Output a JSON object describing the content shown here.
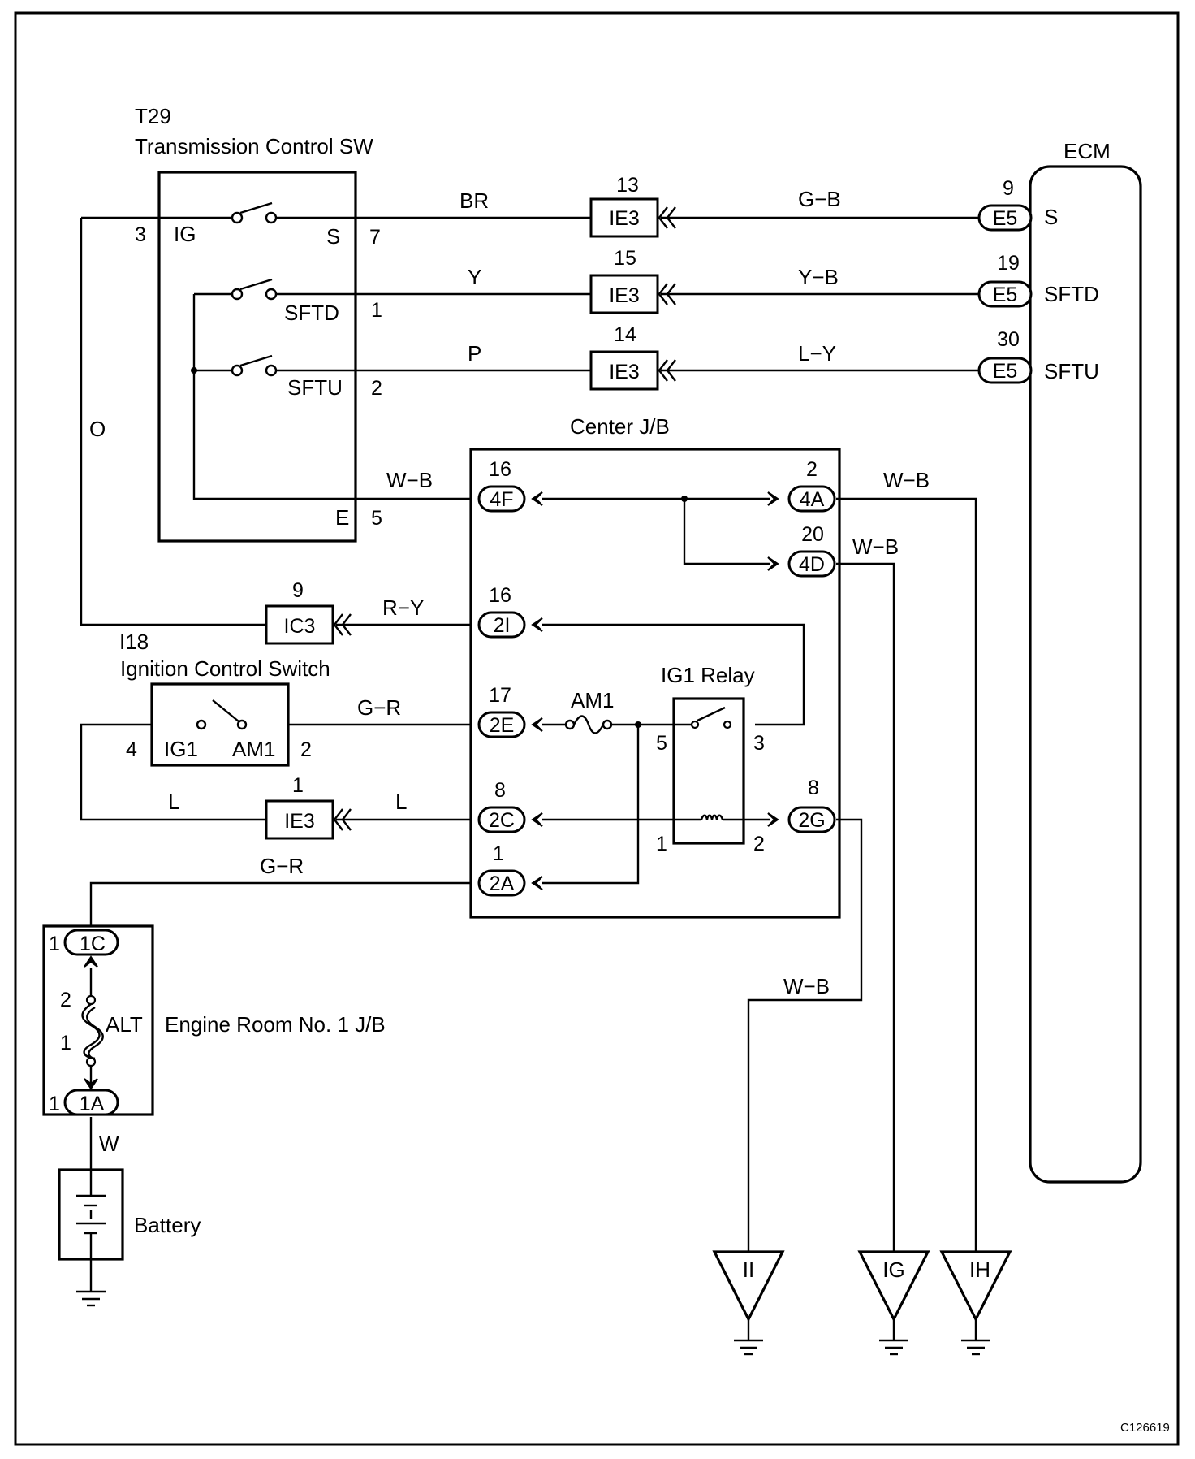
{
  "components": {
    "t29_code": "T29",
    "t29_name": "Transmission Control SW",
    "ecm": "ECM",
    "center_jb": "Center J/B",
    "i18_code": "I18",
    "i18_name": "Ignition Control Switch",
    "ig1_relay": "IG1 Relay",
    "engine_room_jb": "Engine Room No. 1 J/B",
    "battery": "Battery",
    "alt_fuse": "ALT",
    "am1_fuse": "AM1",
    "doc_id": "C126619"
  },
  "t29": {
    "ig": "IG",
    "s": "S",
    "sftd": "SFTD",
    "sftu": "SFTU",
    "e": "E",
    "pin3": "3",
    "pin7": "7",
    "pin1": "1",
    "pin2": "2",
    "pin5": "5"
  },
  "ecm_terms": {
    "s": "S",
    "sftd": "SFTD",
    "sftu": "SFTU"
  },
  "connectors": {
    "ie3_a": {
      "label": "IE3",
      "pin": "13"
    },
    "ie3_b": {
      "label": "IE3",
      "pin": "15"
    },
    "ie3_c": {
      "label": "IE3",
      "pin": "14"
    },
    "e5_a": {
      "label": "E5",
      "pin": "9"
    },
    "e5_b": {
      "label": "E5",
      "pin": "19"
    },
    "e5_c": {
      "label": "E5",
      "pin": "30"
    },
    "c4f": {
      "label": "4F",
      "pin": "16"
    },
    "c4a": {
      "label": "4A",
      "pin": "2"
    },
    "c4d": {
      "label": "4D",
      "pin": "20"
    },
    "c2i": {
      "label": "2I",
      "pin": "16"
    },
    "ic3": {
      "label": "IC3",
      "pin": "9"
    },
    "c2e": {
      "label": "2E",
      "pin": "17"
    },
    "c2c": {
      "label": "2C",
      "pin": "8"
    },
    "ie3_d": {
      "label": "IE3",
      "pin": "1"
    },
    "c2g": {
      "label": "2G",
      "pin": "8"
    },
    "c2a": {
      "label": "2A",
      "pin": "1"
    },
    "c1c": {
      "label": "1C",
      "pin": "1"
    },
    "c1a": {
      "label": "1A",
      "pin": "1"
    }
  },
  "i18": {
    "ig1": "IG1",
    "am1": "AM1",
    "pin4": "4",
    "pin2": "2"
  },
  "relay_pins": {
    "p5": "5",
    "p3": "3",
    "p1": "1",
    "p2": "2"
  },
  "alt_pins": {
    "p2": "2",
    "p1": "1"
  },
  "wires": {
    "br": "BR",
    "gb": "G−B",
    "y": "Y",
    "yb": "Y−B",
    "p": "P",
    "ly": "L−Y",
    "o": "O",
    "wb_e": "W−B",
    "wb_4a": "W−B",
    "wb_4d": "W−B",
    "wb_2g": "W−B",
    "ry": "R−Y",
    "gr_i18": "G−R",
    "l_left": "L",
    "l_right": "L",
    "gr_alt": "G−R",
    "w": "W"
  },
  "grounds": {
    "ii": "II",
    "ig": "IG",
    "ih": "IH"
  }
}
